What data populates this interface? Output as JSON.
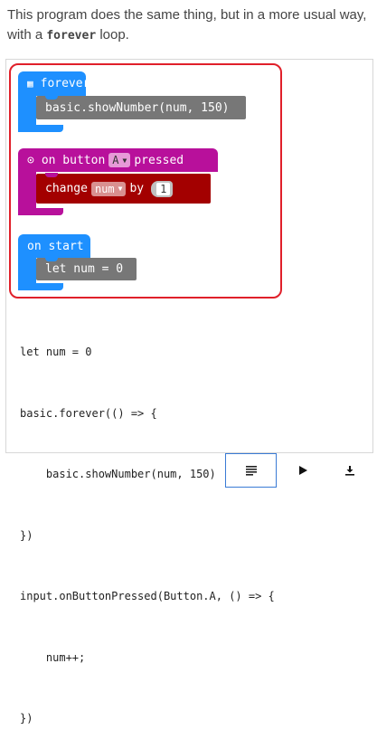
{
  "intro": {
    "text_before": "This program does the same thing, but in a more usual way, with a ",
    "keyword": "forever",
    "text_after": " loop."
  },
  "blocks": {
    "forever": {
      "label": "forever",
      "statement": "basic.showNumber(num, 150)",
      "color": "#1e90ff"
    },
    "on_button": {
      "label_prefix": "on button",
      "button_value": "A",
      "label_suffix": "pressed",
      "color": "#b8109b",
      "change": {
        "label": "change",
        "variable": "num",
        "by_label": "by",
        "amount": "1",
        "color": "#a30000"
      }
    },
    "on_start": {
      "label": "on start",
      "statement": "let num = 0",
      "color": "#1e90ff"
    }
  },
  "code_lines": [
    "let num = 0",
    "basic.forever(() => {",
    "    basic.showNumber(num, 150)",
    "})",
    "input.onButtonPressed(Button.A, () => {",
    "    num++;",
    "})"
  ],
  "toolbar": {
    "code_view_icon": "lines-icon",
    "run_icon": "play-icon",
    "download_icon": "download-icon"
  },
  "colors": {
    "highlight": "#e0202a",
    "active_border": "#3a7bd5"
  }
}
